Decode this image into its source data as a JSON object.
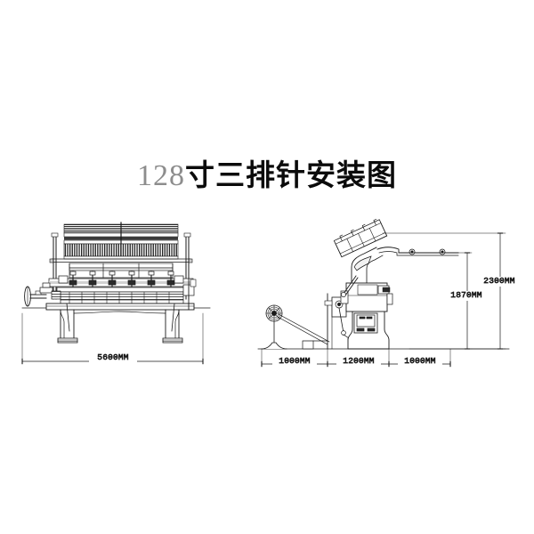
{
  "document": {
    "type": "engineering-drawing",
    "title_number": "128",
    "title_text": "寸三排针安装图",
    "title_full": "128寸三排针安装图",
    "background_color": "#ffffff",
    "line_color": "#1a1a1a"
  },
  "views": {
    "front": {
      "name": "front-elevation",
      "label": "",
      "dimension": "5600MM"
    },
    "side": {
      "name": "side-elevation",
      "label": "",
      "dimensions_horizontal": [
        "1000MM",
        "1200MM",
        "1000MM"
      ],
      "dimensions_vertical": [
        "1870MM",
        "2300MM"
      ]
    }
  },
  "dimensions": {
    "front_width": "5600MM",
    "side_left": "1000MM",
    "side_middle": "1200MM",
    "side_right": "1000MM",
    "height_inner": "1870MM",
    "height_outer": "2300MM"
  }
}
